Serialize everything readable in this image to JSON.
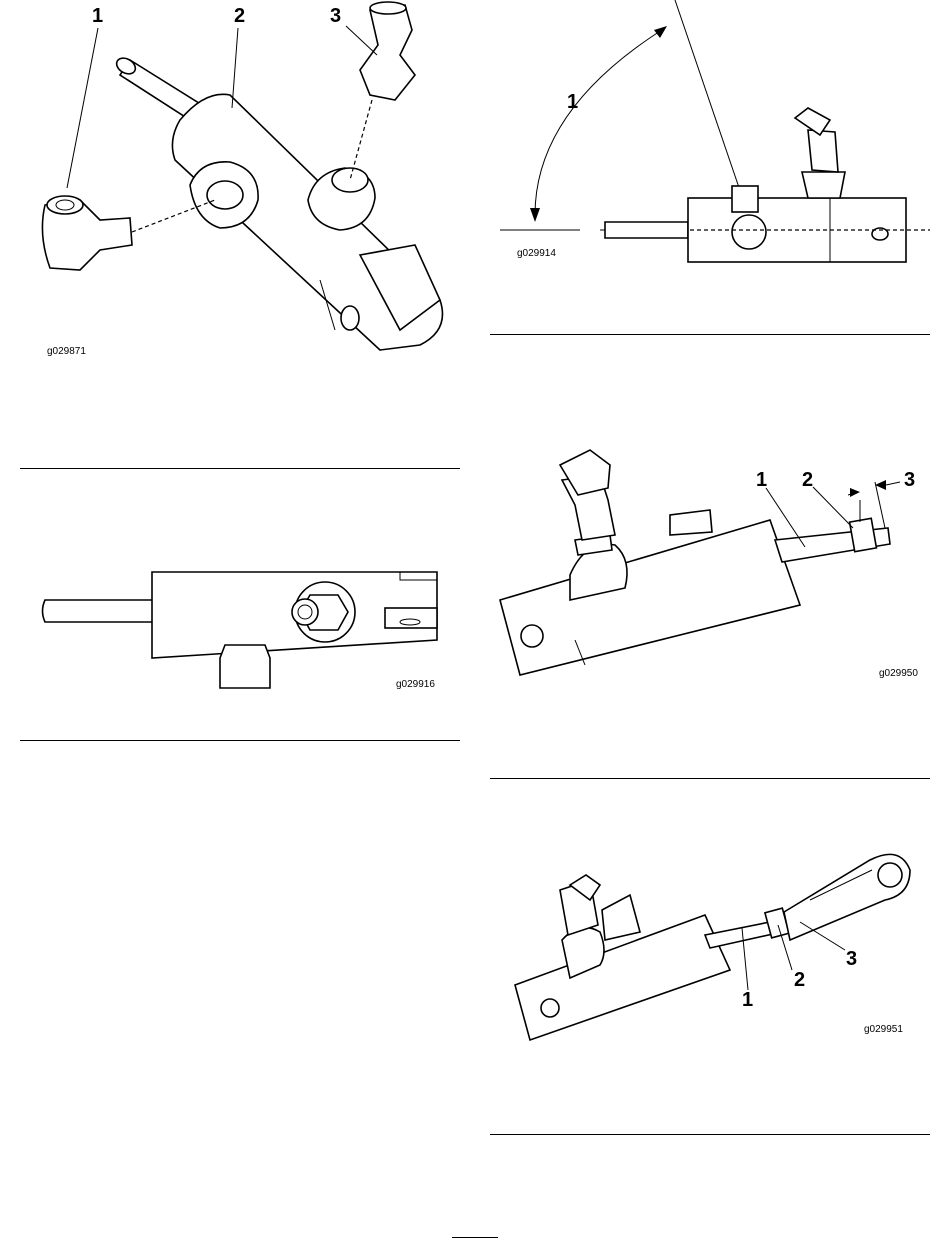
{
  "figures": [
    {
      "id": "g029871",
      "callouts": [
        "1",
        "2",
        "3"
      ]
    },
    {
      "id": "g029914",
      "callouts": [
        "1"
      ]
    },
    {
      "id": "g029916",
      "callouts": []
    },
    {
      "id": "g029950",
      "callouts": [
        "1",
        "2",
        "3"
      ]
    },
    {
      "id": "g029951",
      "callouts": [
        "1",
        "2",
        "3",
        "1"
      ]
    }
  ]
}
